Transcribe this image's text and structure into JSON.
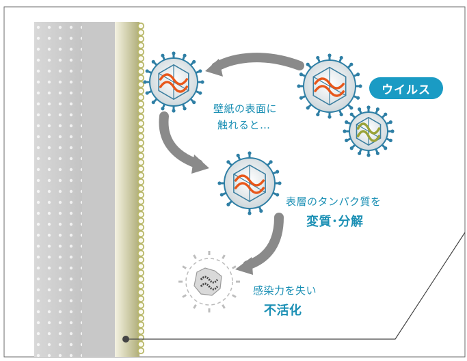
{
  "labels": {
    "touch_line1": "壁紙の表面に",
    "touch_line2": "触れると…",
    "protein_line1": "表層のタンパク質を",
    "protein_line2": "変質･分解",
    "inactive_line1": "感染力を失い",
    "inactive_line2": "不活化",
    "virus_badge": "ウイルス"
  },
  "colors": {
    "accent": "#1a8fb4",
    "badge": "#1a9bc4",
    "wall_surface": "#b9b86a",
    "arrow": "#8a8a8a",
    "rna": "#e8571a",
    "rna_green": "#9aa33a"
  },
  "icons": {
    "virus": "virus-icon",
    "inactive_virus": "inactivated-virus-icon",
    "arrow": "curved-arrow-icon"
  }
}
